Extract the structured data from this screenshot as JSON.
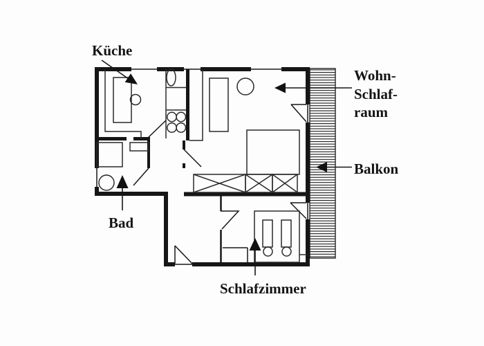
{
  "colors": {
    "background": "#fdfdfd",
    "ink": "#161616"
  },
  "labels": {
    "kitchen": "Küche",
    "living": [
      "Wohn-",
      "Schlaf-",
      "raum"
    ],
    "balcony": "Balkon",
    "bathroom": "Bad",
    "bedroom": "Schlafzimmer"
  }
}
